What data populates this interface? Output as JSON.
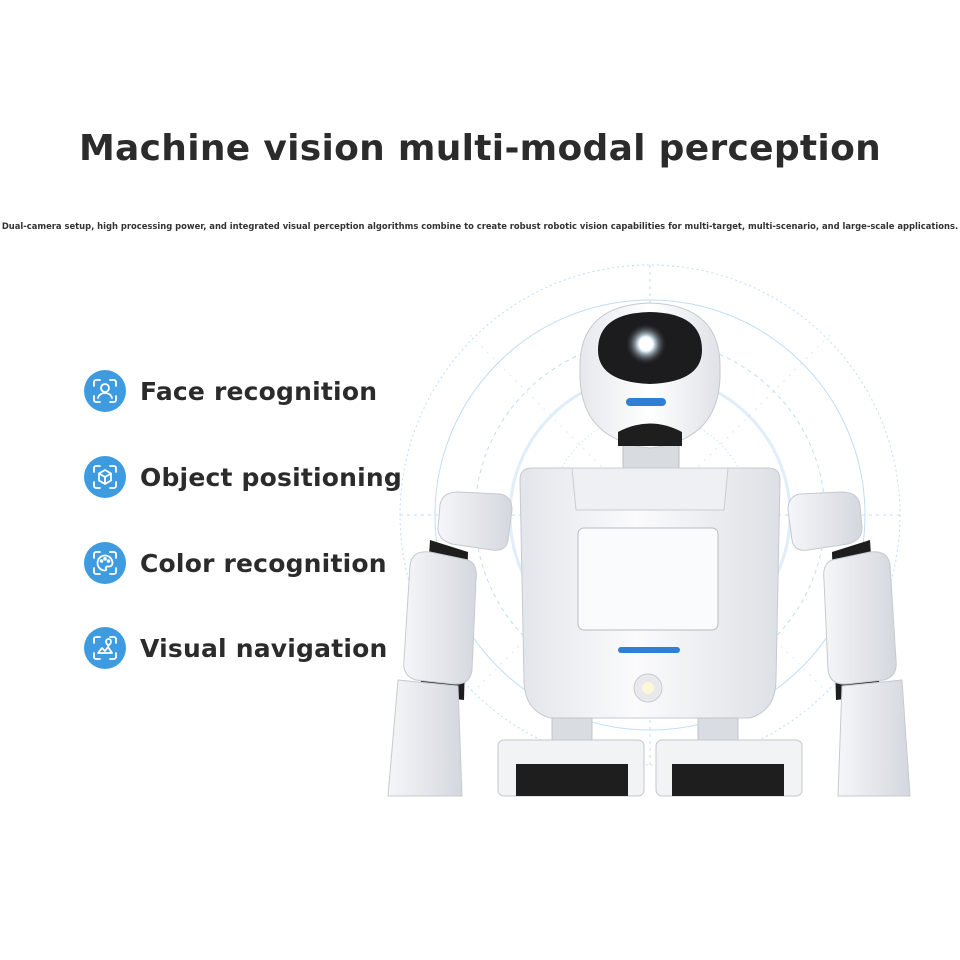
{
  "header": {
    "title": "Machine vision multi-modal perception",
    "subtitle": "Dual-camera setup, high processing power, and integrated visual perception algorithms combine to create robust robotic vision capabilities for multi-target, multi-scenario, and large-scale applications."
  },
  "features": [
    {
      "label": "Face recognition",
      "icon": "face-scan-icon"
    },
    {
      "label": "Object positioning",
      "icon": "cube-scan-icon"
    },
    {
      "label": "Color recognition",
      "icon": "palette-scan-icon"
    },
    {
      "label": "Visual navigation",
      "icon": "map-scan-icon"
    }
  ],
  "colors": {
    "accent": "#3f9be0",
    "text": "#2b2b2b",
    "robot_body": "#f4f5f7",
    "robot_dark": "#1e1e1e",
    "led_blue": "#2f7fd6"
  },
  "robot": {
    "icon": "humanoid-robot-illustration"
  }
}
